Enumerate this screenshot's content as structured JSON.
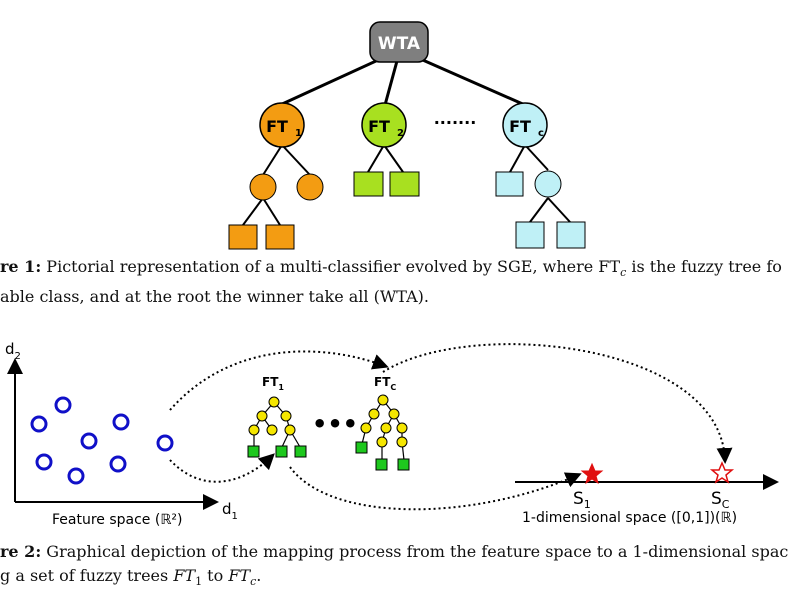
{
  "figure1": {
    "root_label": "WTA",
    "tree_labels": [
      "FT",
      "FT",
      "FT"
    ],
    "tree_subscripts": [
      "1",
      "2",
      "c"
    ],
    "ellipsis": "·······",
    "colors": {
      "root": "#7f7f7f",
      "tree1": "#f39c12",
      "tree2": "#a8e020",
      "tree3": "#bff0f6"
    }
  },
  "caption1": {
    "label": "re 1:",
    "line1_before": " Pictorial representation of a multi-classifier evolved by SGE, where FT",
    "line1_sub": "c",
    "line1_after": " is the fuzzy tree fo",
    "line2": "able class, and at the root the winner take all (WTA)."
  },
  "figure2": {
    "axis_y_label": "d",
    "axis_y_sub": "2",
    "axis_x_label": "d",
    "axis_x_sub": "1",
    "feature_space_label": "Feature space (ℝ²)",
    "tree1_label": "FT",
    "tree1_sub": "1",
    "treec_label": "FT",
    "treec_sub": "C",
    "dots": "•••",
    "s1_label": "S",
    "s1_sub": "1",
    "sc_label": "S",
    "sc_sub": "C",
    "line_label": "1-dimensional space ([0,1])(ℝ)",
    "colors": {
      "points": "#1010c8",
      "node": "#f5e600",
      "leaf": "#1ec81e",
      "star": "#e01010"
    }
  },
  "caption2": {
    "label": "re 2:",
    "line1": " Graphical depiction of the mapping process from the feature space to a 1-dimensional spac",
    "line2_before": "g a set of fuzzy trees ",
    "line2_math1": "FT",
    "line2_sub1": "1",
    "line2_mid": " to ",
    "line2_math2": "FT",
    "line2_sub2": "c",
    "line2_end": "."
  }
}
